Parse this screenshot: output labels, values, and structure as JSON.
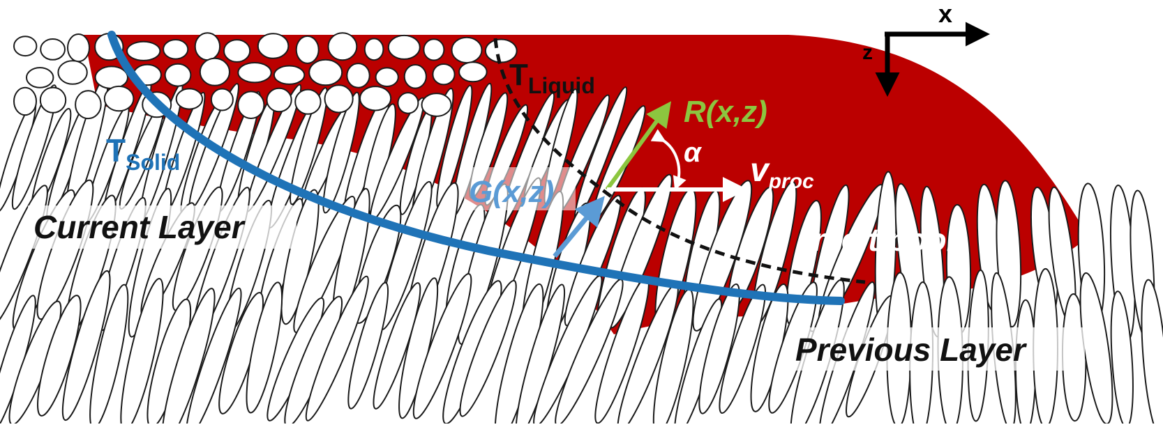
{
  "labels": {
    "x_axis": "x",
    "z_axis": "z",
    "t_liquid_main": "T",
    "t_liquid_sub": "Liquid",
    "t_solid_main": "T",
    "t_solid_sub": "Solid",
    "growth_rate": "R(x,z)",
    "gradient": "G(x,z)",
    "angle": "α",
    "velocity_main": "v",
    "velocity_sub": "proc",
    "current_layer": "Current Layer",
    "previous_layer": "Previous Layer",
    "melt_pool": "melt pool"
  },
  "colors": {
    "melt_pool": "#bb0000",
    "solidus_curve": "#1f73b7",
    "growth_arrow": "#8cc63f",
    "gradient_arrow": "#5b9bd5",
    "velocity_arrow": "#ffffff",
    "liquidus_curve": "#111111",
    "grain_outline": "#1a1a1a"
  }
}
